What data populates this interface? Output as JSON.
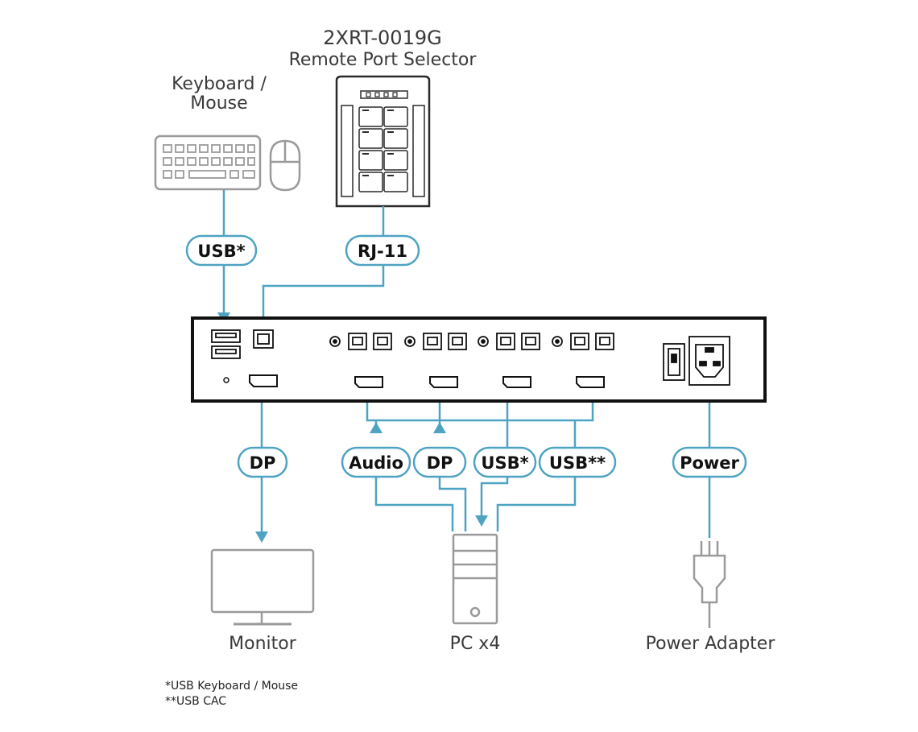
{
  "title": {
    "model": "2XRT-0019G",
    "subtitle": "Remote Port Selector"
  },
  "devices": {
    "keyboard_mouse_line1": "Keyboard /",
    "keyboard_mouse_line2": "Mouse",
    "monitor": "Monitor",
    "pc": "PC x4",
    "power_adapter": "Power Adapter"
  },
  "connectors": {
    "usb_keyboard": "USB*",
    "rj11": "RJ-11",
    "dp_monitor": "DP",
    "audio": "Audio",
    "dp_pc": "DP",
    "usb_pc": "USB*",
    "usb_cac": "USB**",
    "power": "Power"
  },
  "notes": {
    "note1": "*USB Keyboard / Mouse",
    "note2": "**USB CAC"
  },
  "colors": {
    "cable": "#4fa3c2",
    "device_outline": "#9a9a9a",
    "panel_outline": "#111111"
  }
}
